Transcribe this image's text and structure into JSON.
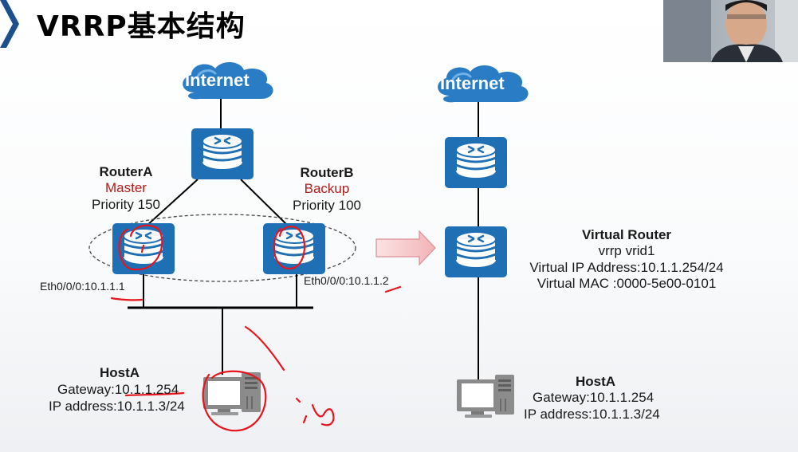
{
  "slide": {
    "title": "VRRP基本结构"
  },
  "left_topology": {
    "internet_label": "Internet",
    "router_a": {
      "name": "RouterA",
      "role": "Master",
      "priority": "Priority 150",
      "interface": "Eth0/0/0:10.1.1.1"
    },
    "router_b": {
      "name": "RouterB",
      "role": "Backup",
      "priority": "Priority 100",
      "interface": "Eth0/0/0:10.1.1.2"
    },
    "host": {
      "name": "HostA",
      "gateway": "Gateway:10.1.1.254",
      "ip": "IP address:10.1.1.3/24"
    }
  },
  "right_topology": {
    "internet_label": "Internet",
    "virtual_router": {
      "title": "Virtual Router",
      "vrid": "vrrp vrid1",
      "vip": "Virtual IP Address:10.1.1.254/24",
      "vmac": "Virtual MAC :0000-5e00-0101"
    },
    "host": {
      "name": "HostA",
      "gateway": "Gateway:10.1.1.254",
      "ip": "IP address:10.1.1.3/24"
    }
  },
  "colors": {
    "router_blue": "#1f6fb5",
    "cloud_blue": "#2a7cc4",
    "role_red": "#b01c1c",
    "annotation_red": "#e8141e",
    "arrow_pink": "#f6c9cc",
    "title_accent": "#1d4f8c"
  },
  "icons": [
    "internet-cloud-icon",
    "router-icon",
    "host-computer-icon",
    "right-arrow-icon",
    "webcam-feed"
  ]
}
